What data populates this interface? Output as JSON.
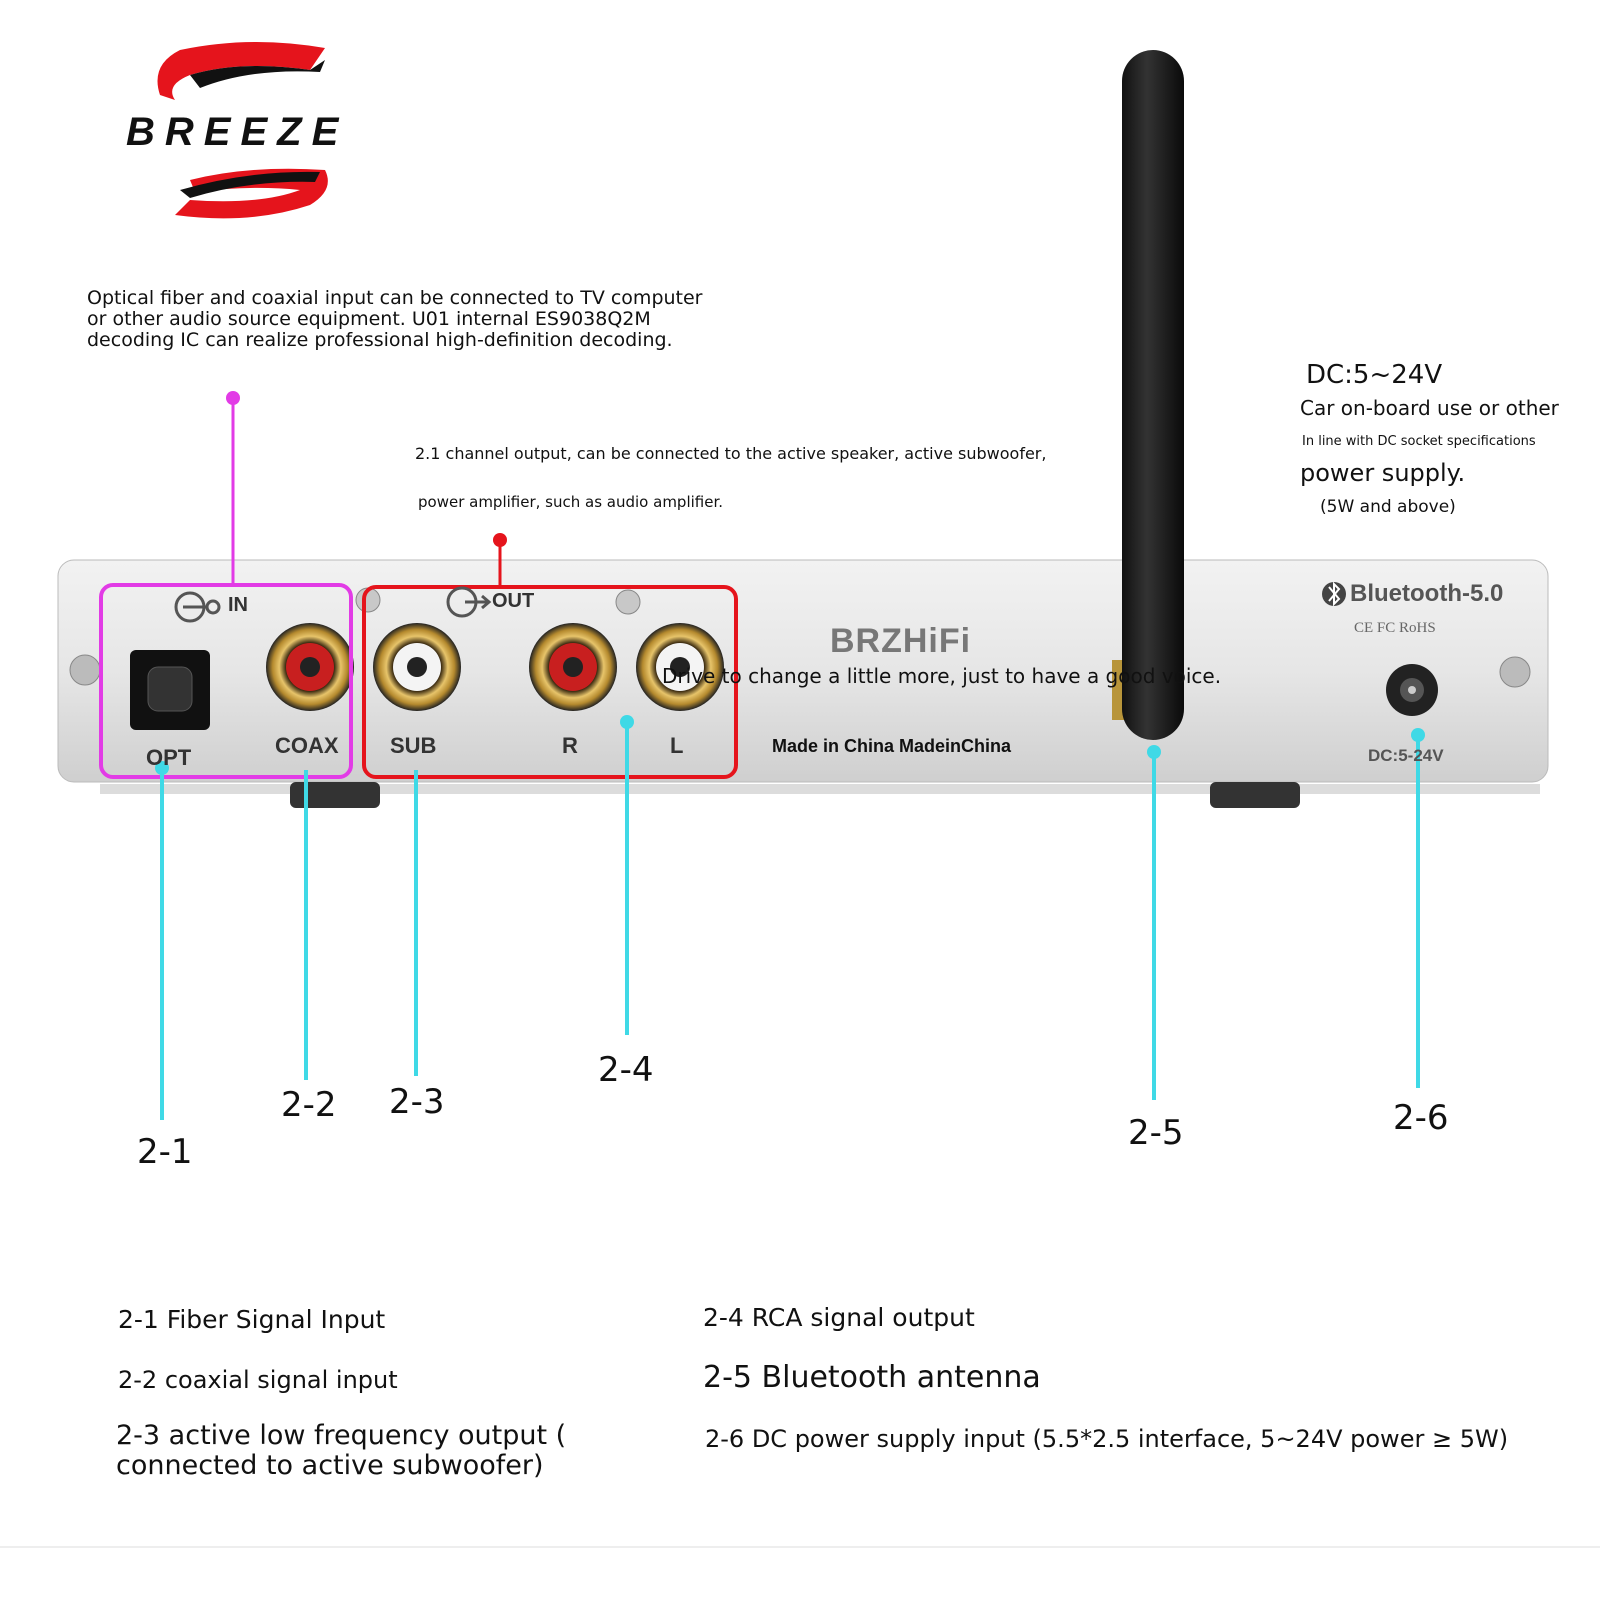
{
  "brand": {
    "logo_text": "BREEZE",
    "accent_color": "#e5141c"
  },
  "notes": {
    "input_note_lines": [
      "Optical fiber and coaxial input can be connected to TV computer",
      "or other audio source equipment. U01 internal ES9038Q2M",
      "decoding IC can realize professional high-definition decoding."
    ],
    "output_note_line1": "2.1 channel output, can be connected to the active speaker, active subwoofer,",
    "output_note_line2": "power amplifier, such as audio amplifier.",
    "power_note": {
      "voltage": "DC:5~24V",
      "line1": "Car on-board use or other",
      "line2": "In line with DC socket specifications",
      "line3": "power supply.",
      "line4": "(5W and above)"
    },
    "center_overlay": "Drive to change a little more, just to have a good voice."
  },
  "panel": {
    "in_label": "IN",
    "out_label": "OUT",
    "opt_label": "OPT",
    "coax_label": "COAX",
    "sub_label": "SUB",
    "r_label": "R",
    "l_label": "L",
    "brand_label": "BRZHiFi",
    "made_in": "Made in China MadeinChina",
    "bluetooth_label": "Bluetooth-5.0",
    "certs": "CE FC RoHS",
    "dc_label": "DC:5-24V",
    "input_box_color": "#e23be6",
    "output_box_color": "#e5141c",
    "callout_line_color": "#3fd9e6"
  },
  "callouts": [
    "2-1",
    "2-2",
    "2-3",
    "2-4",
    "2-5",
    "2-6"
  ],
  "legend": {
    "item_2_1": "2-1 Fiber Signal Input",
    "item_2_2": "2-2 coaxial signal input",
    "item_2_3_line1": "2-3 active low frequency output (",
    "item_2_3_line2": "connected to active subwoofer)",
    "item_2_4": "2-4 RCA signal output",
    "item_2_5": "2-5 Bluetooth antenna",
    "item_2_6": "2-6 DC power supply input (5.5*2.5 interface, 5~24V power ≥ 5W)"
  }
}
